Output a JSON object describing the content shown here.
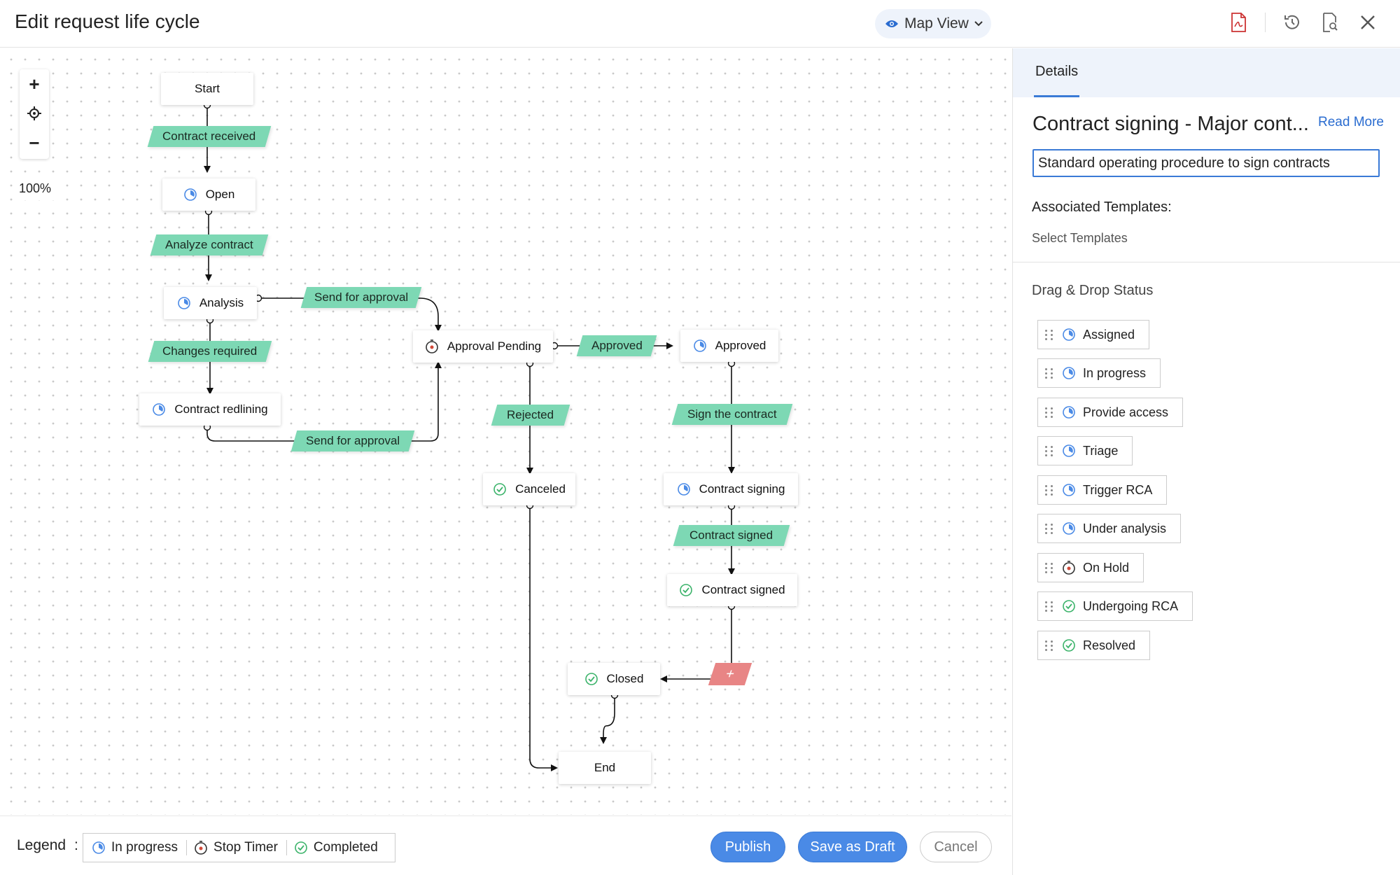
{
  "header": {
    "title": "Edit request life cycle",
    "view_label": "Map View"
  },
  "zoom": {
    "level": "100%"
  },
  "nodes": {
    "start": "Start",
    "open": "Open",
    "analysis": "Analysis",
    "contract_redlining": "Contract redlining",
    "approval_pending": "Approval Pending",
    "approved": "Approved",
    "canceled": "Canceled",
    "contract_signing": "Contract signing",
    "contract_signed": "Contract signed",
    "closed": "Closed",
    "end": "End"
  },
  "transitions": {
    "contract_received": "Contract received",
    "analyze_contract": "Analyze contract",
    "send_for_approval_1": "Send for approval",
    "changes_required": "Changes required",
    "send_for_approval_2": "Send for approval",
    "approved": "Approved",
    "rejected": "Rejected",
    "sign_the_contract": "Sign the contract",
    "contract_signed": "Contract signed",
    "add": "+"
  },
  "legend": {
    "label": "Legend",
    "colon": ":",
    "items": [
      "In progress",
      "Stop Timer",
      "Completed"
    ]
  },
  "actions": {
    "publish": "Publish",
    "save_draft": "Save as Draft",
    "cancel": "Cancel"
  },
  "panel": {
    "tab": "Details",
    "title": "Contract signing - Major cont...",
    "read_more": "Read More",
    "description": "Standard operating procedure to sign contracts",
    "associated_label": "Associated Templates:",
    "select_templates": "Select Templates",
    "drag_drop_title": "Drag & Drop Status",
    "statuses": [
      {
        "label": "Assigned",
        "icon": "in-progress-icon"
      },
      {
        "label": "In progress",
        "icon": "in-progress-icon"
      },
      {
        "label": "Provide access",
        "icon": "in-progress-icon"
      },
      {
        "label": "Triage",
        "icon": "in-progress-icon"
      },
      {
        "label": "Trigger RCA",
        "icon": "in-progress-icon"
      },
      {
        "label": "Under analysis",
        "icon": "in-progress-icon"
      },
      {
        "label": "On Hold",
        "icon": "stop-timer-icon"
      },
      {
        "label": "Undergoing RCA",
        "icon": "completed-icon"
      },
      {
        "label": "Resolved",
        "icon": "completed-icon"
      }
    ]
  },
  "colors": {
    "accent": "#3a7ad6",
    "transition": "#7dd8b4",
    "add_transition": "#e88585",
    "in_progress": "#4a8ae6",
    "stop_timer": "#d04a3a",
    "completed": "#3bb36a"
  }
}
